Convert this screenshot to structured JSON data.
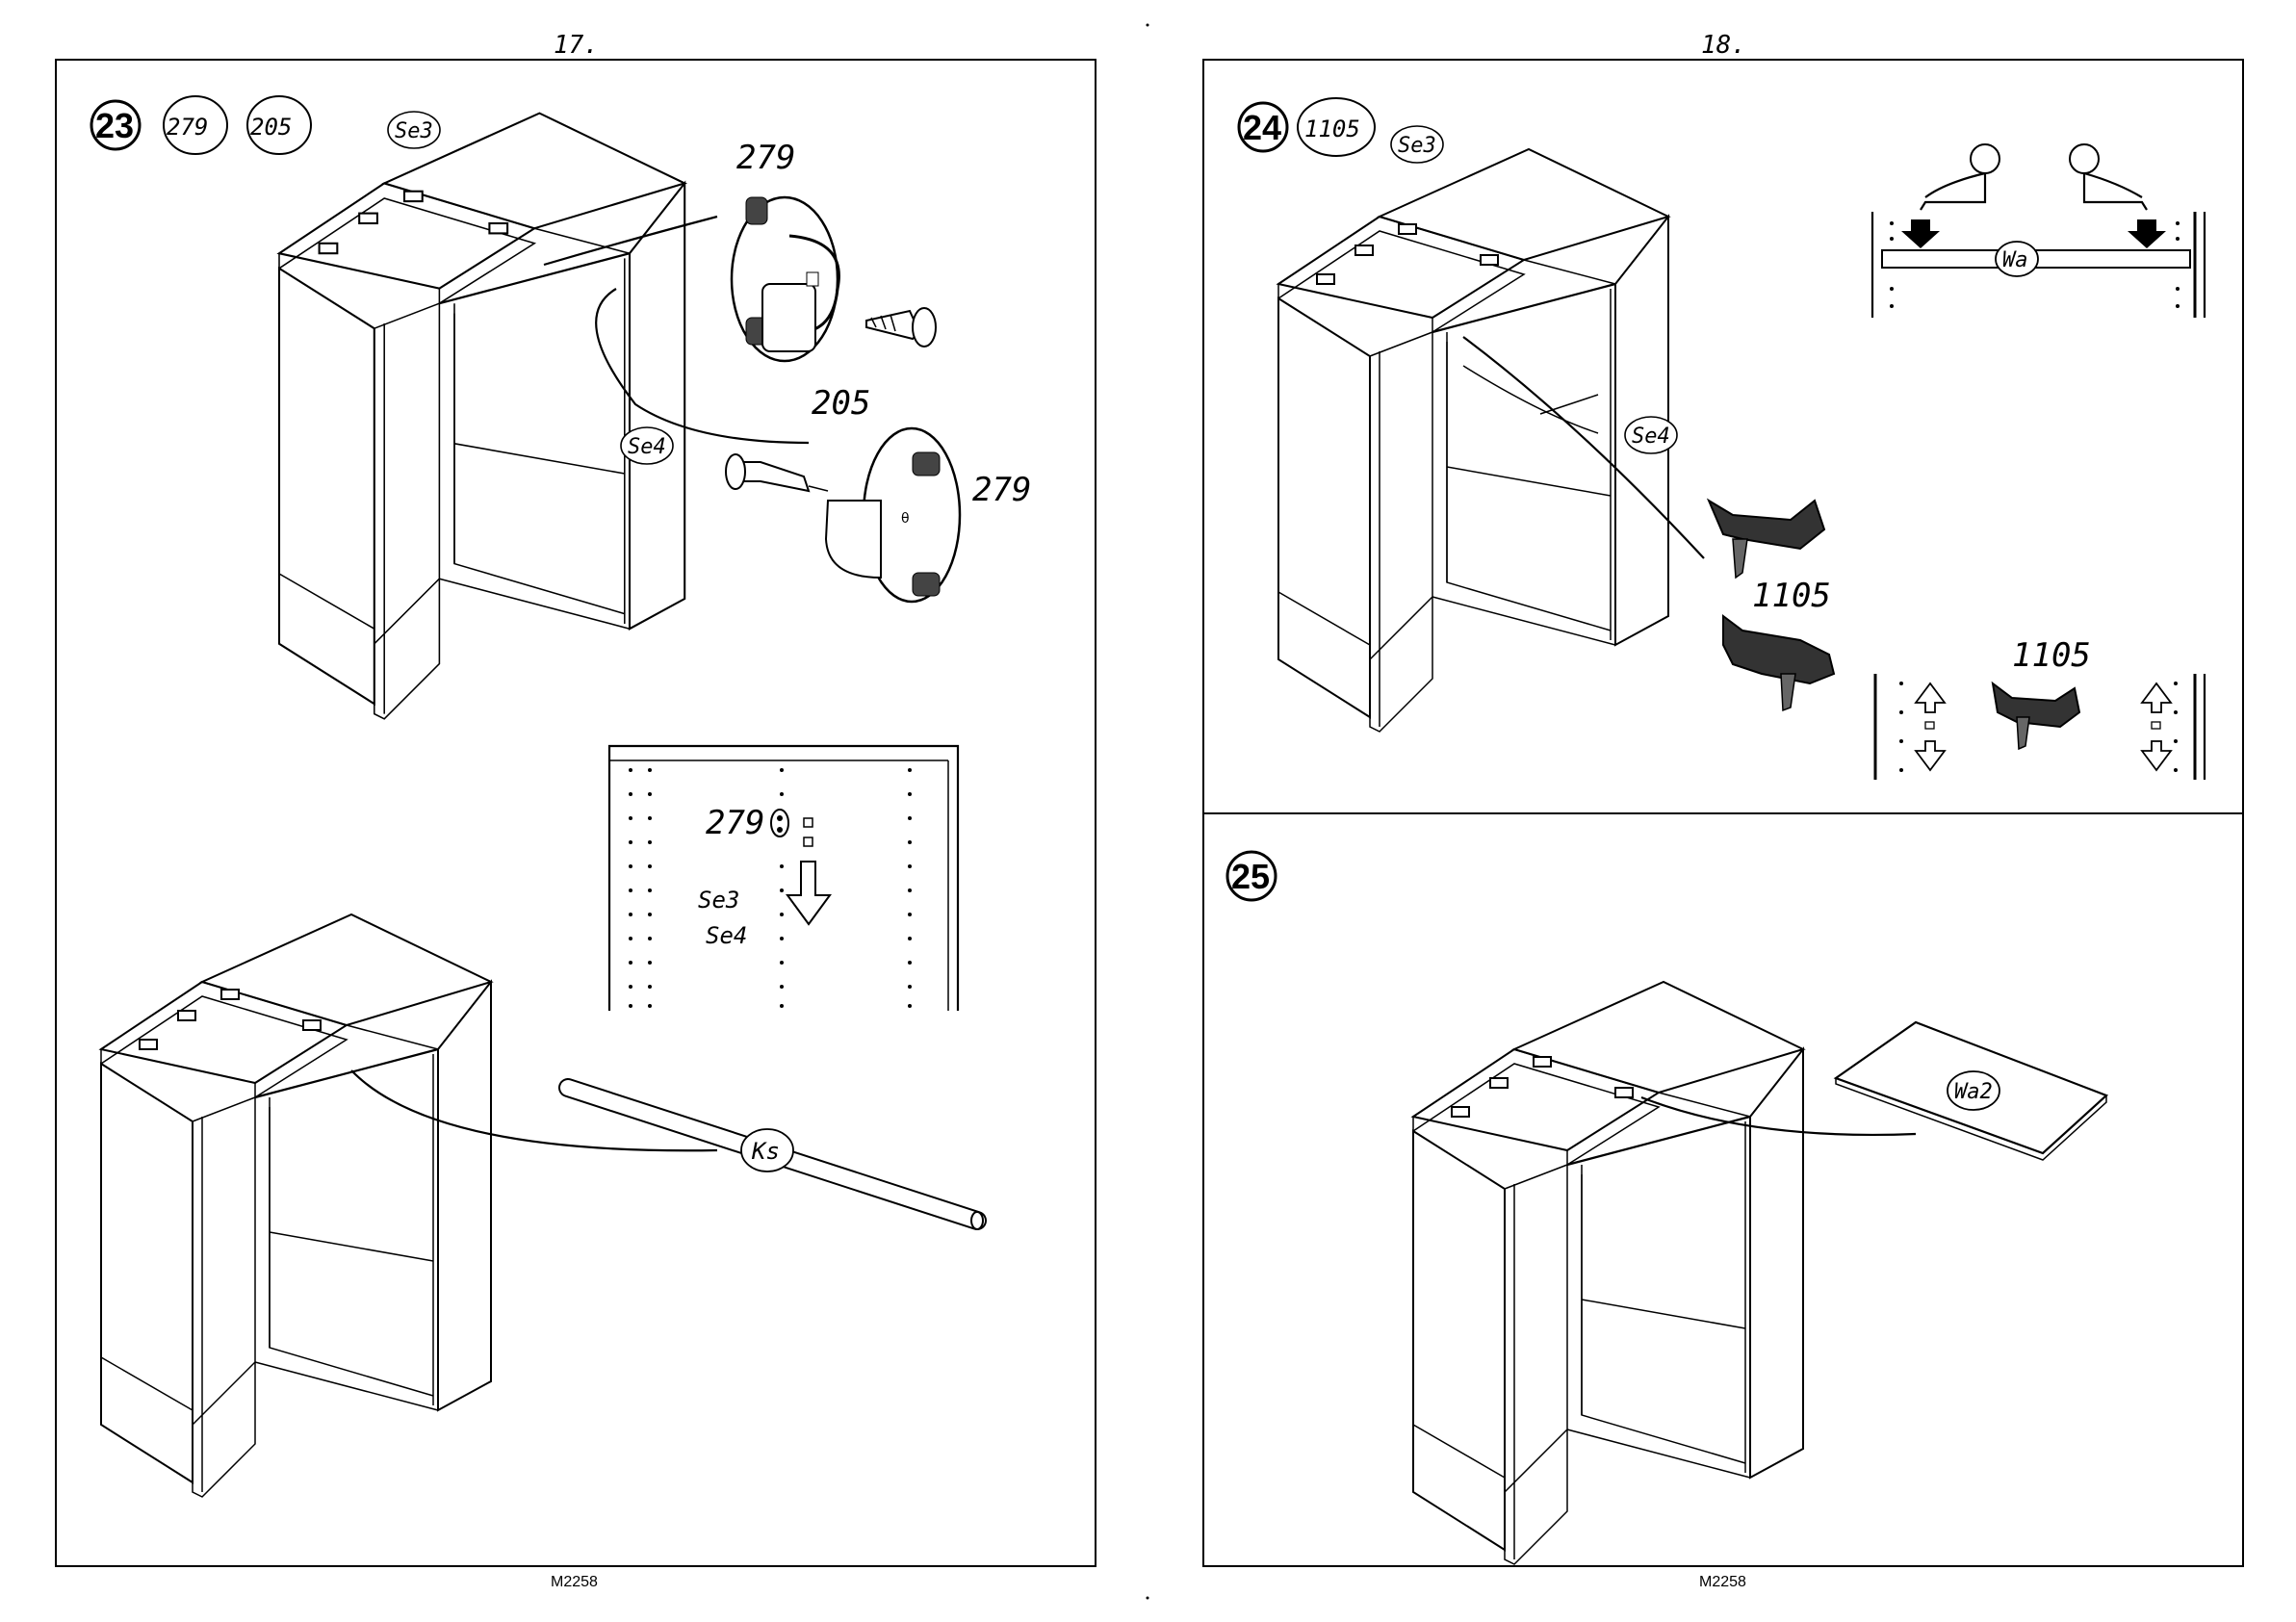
{
  "pages": [
    {
      "page_number": "17.",
      "footer_code": "M2258",
      "steps": [
        {
          "step": "23",
          "part_badges": [
            "279",
            "205"
          ],
          "labels": {
            "cabinet_top": "Se3",
            "cabinet_side": "Se4",
            "bracket_a": "279",
            "screw": "205",
            "bracket_b": "279",
            "detail_part": "279",
            "detail_side_1": "Se3",
            "detail_side_2": "Se4",
            "rail": "Ks"
          }
        }
      ]
    },
    {
      "page_number": "18.",
      "footer_code": "M2258",
      "steps": [
        {
          "step": "24",
          "part_badges": [
            "1105"
          ],
          "labels": {
            "cabinet_top": "Se3",
            "cabinet_side": "Se4",
            "shelf": "Wa",
            "support_a": "1105",
            "support_b": "1105"
          }
        },
        {
          "step": "25",
          "part_badges": [],
          "labels": {
            "shelf_panel": "Wa2"
          }
        }
      ]
    }
  ]
}
